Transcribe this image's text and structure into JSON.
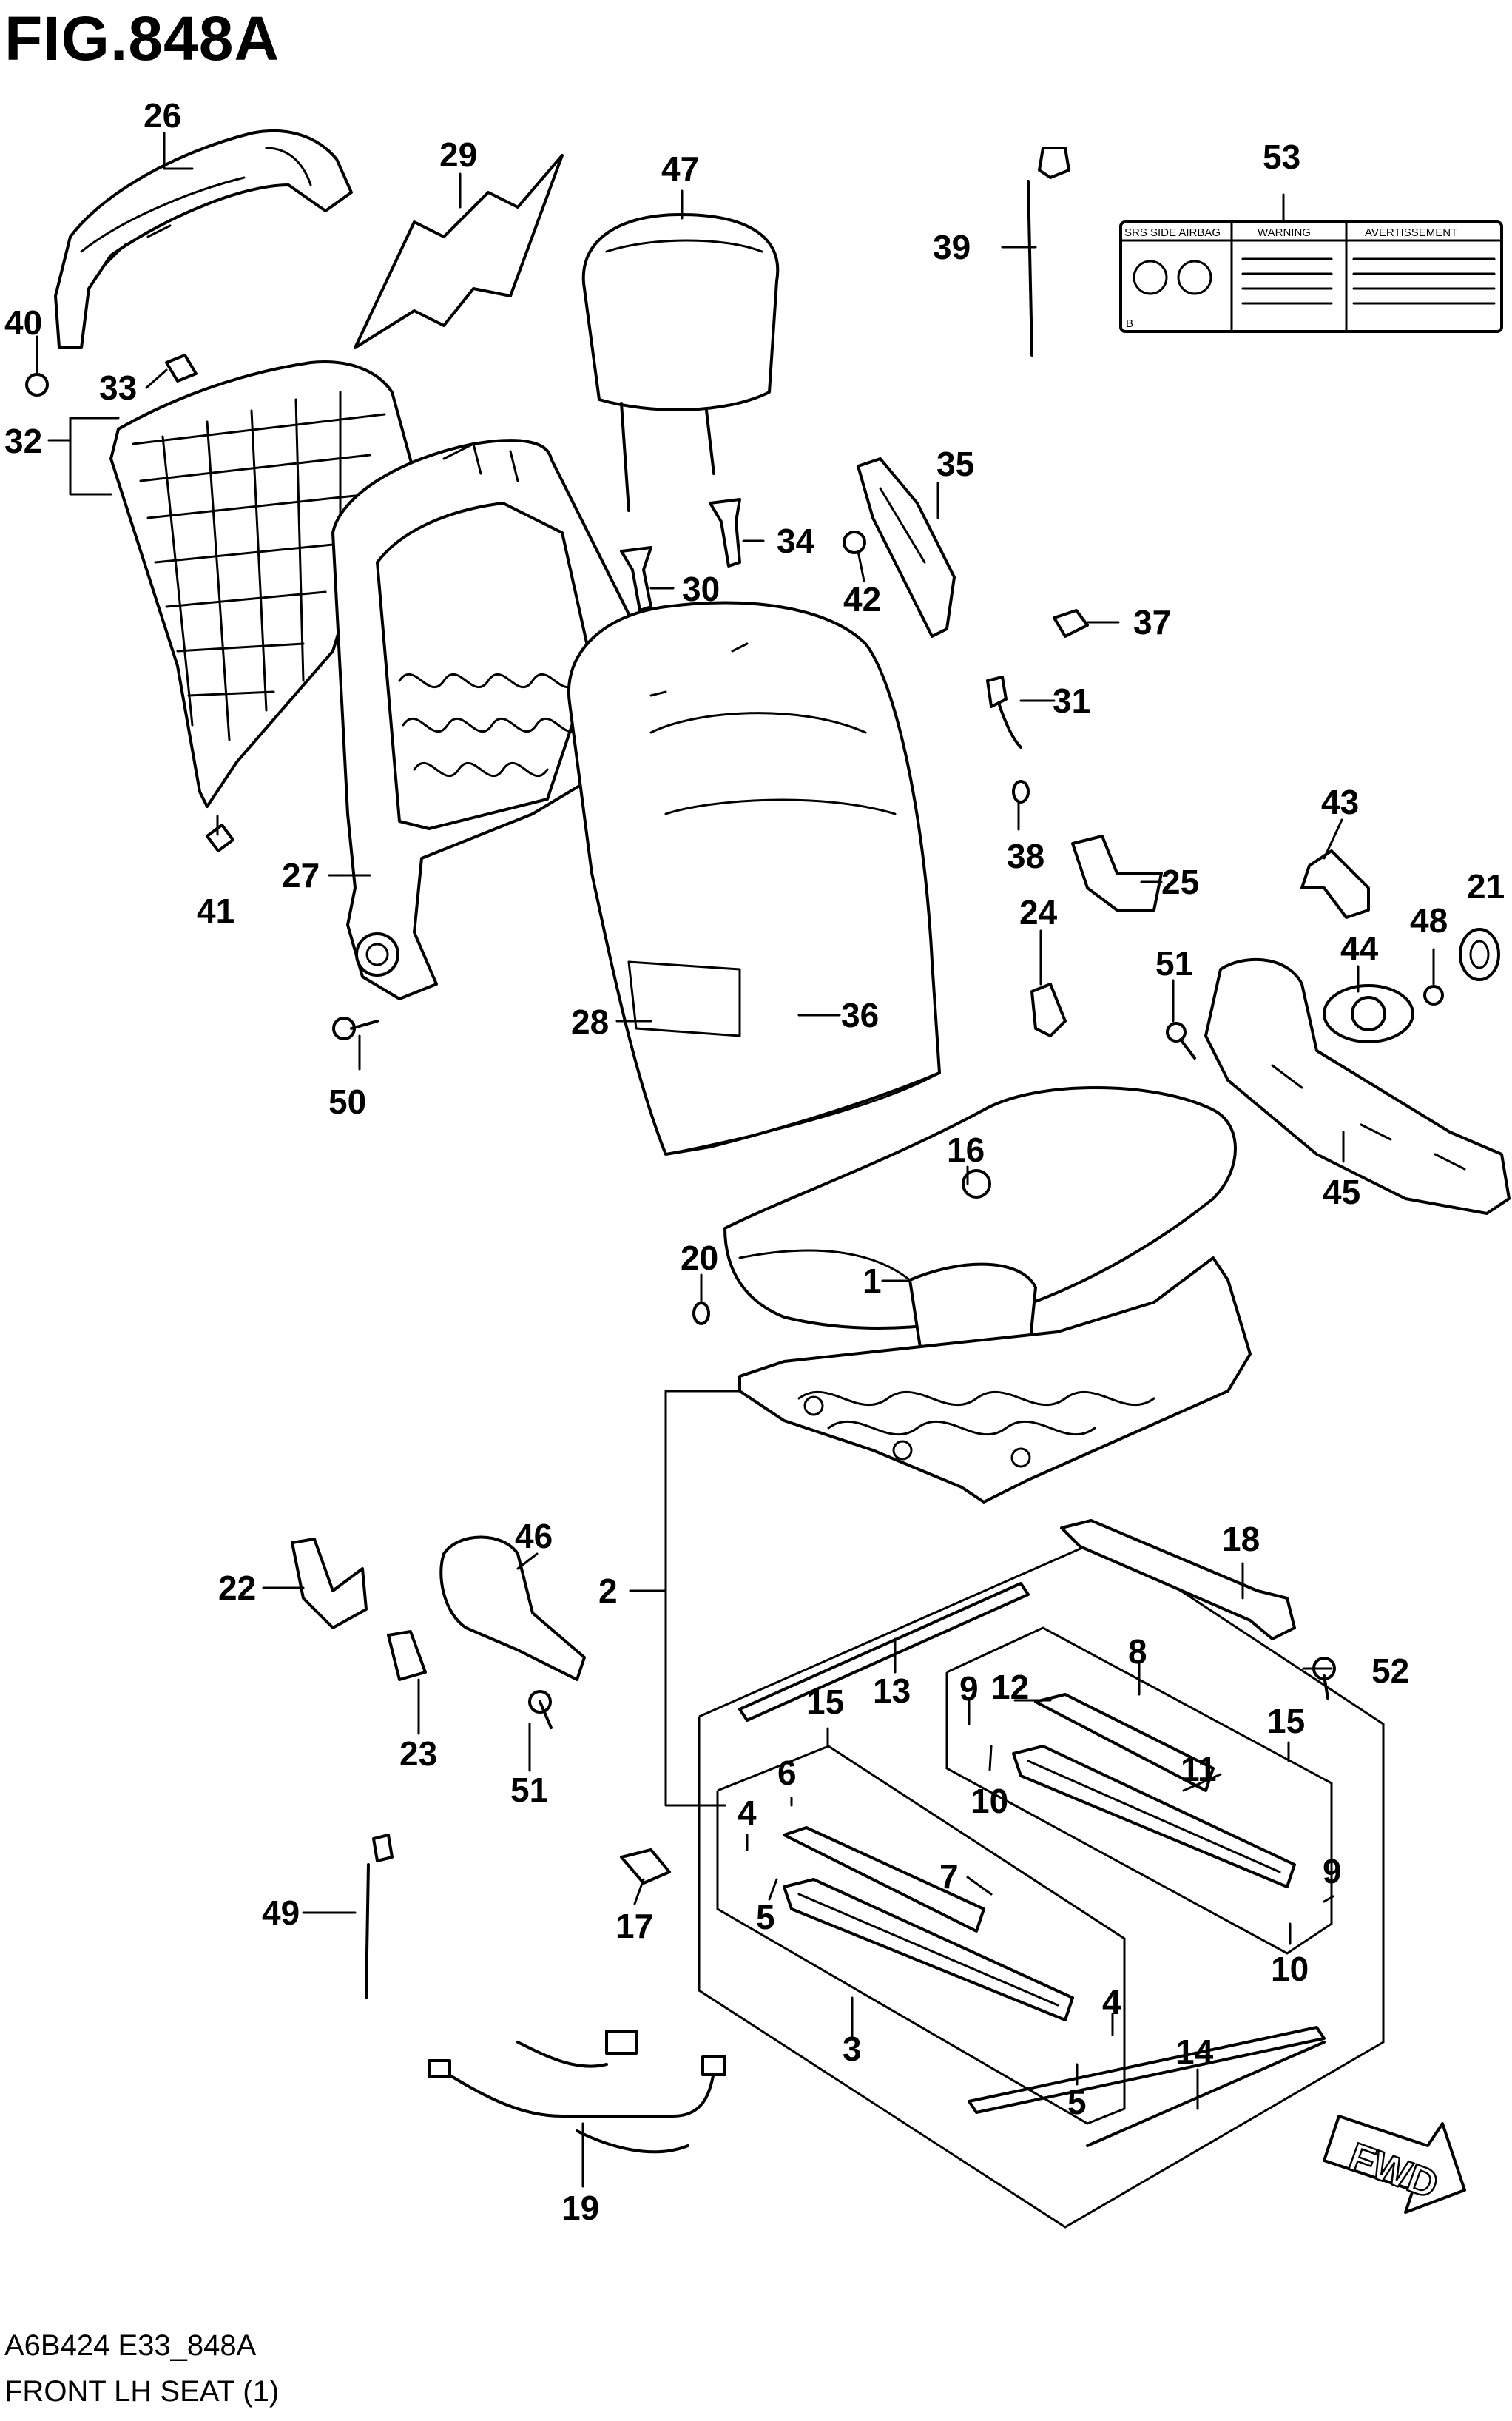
{
  "figure": {
    "title": "FIG.848A",
    "code": "A6B424 E33_848A",
    "caption": "FRONT LH SEAT (1)"
  },
  "label_plate": {
    "header_left": "SRS SIDE AIRBAG",
    "header_mid": "WARNING",
    "header_right": "AVERTISSEMENT",
    "corner": "B"
  },
  "fwd_arrow": "FWD",
  "callouts": [
    "1",
    "2",
    "3",
    "4",
    "4",
    "5",
    "5",
    "6",
    "7",
    "8",
    "9",
    "9",
    "10",
    "10",
    "11",
    "12",
    "13",
    "14",
    "15",
    "15",
    "16",
    "17",
    "18",
    "19",
    "20",
    "21",
    "22",
    "23",
    "24",
    "25",
    "26",
    "27",
    "28",
    "29",
    "30",
    "31",
    "32",
    "33",
    "34",
    "35",
    "36",
    "37",
    "38",
    "39",
    "40",
    "41",
    "42",
    "43",
    "44",
    "45",
    "46",
    "47",
    "48",
    "49",
    "50",
    "51",
    "51",
    "52",
    "53"
  ]
}
